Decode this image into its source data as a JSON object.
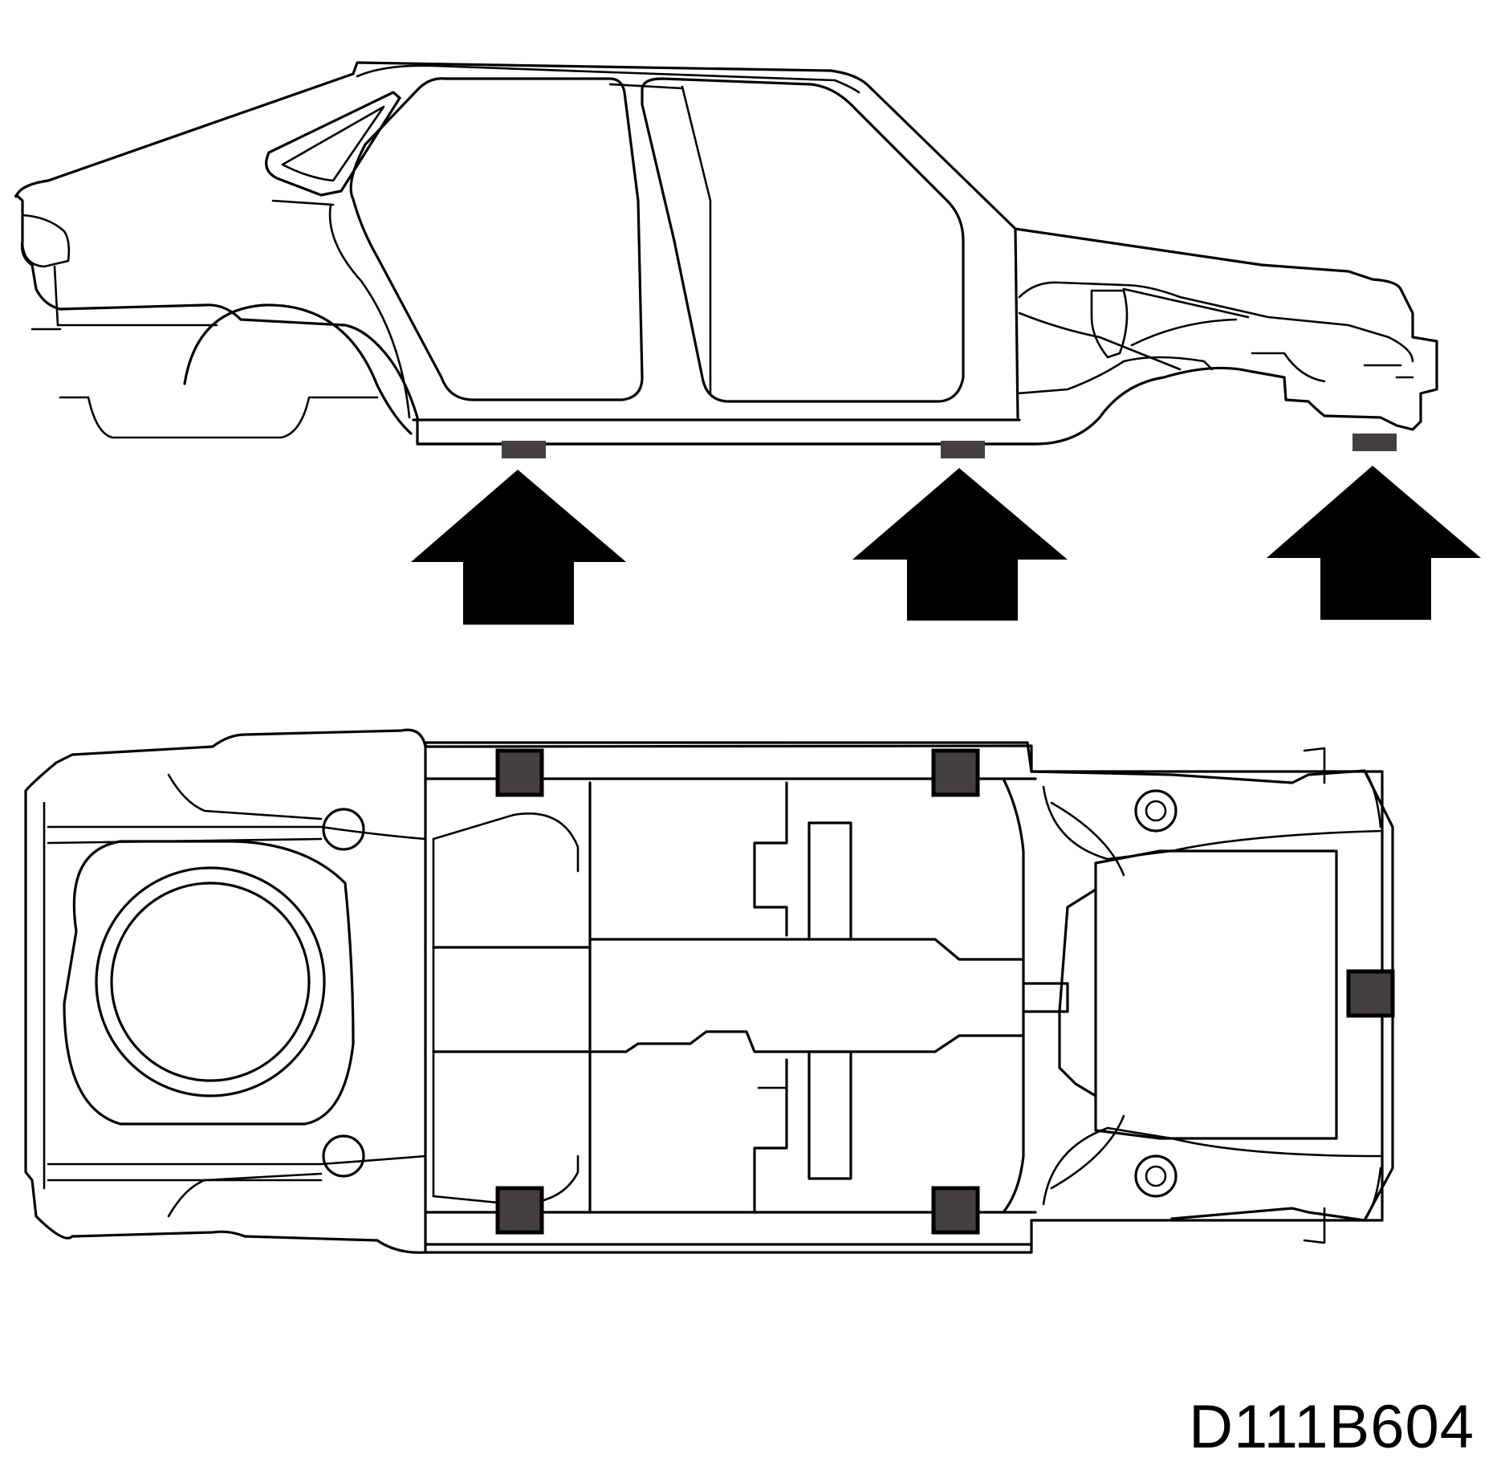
{
  "figure_code": "D111B604",
  "colors": {
    "outline": "#000000",
    "lift_pad": "#454040",
    "arrow": "#000000",
    "background": "#ffffff"
  },
  "side_view": {
    "lift_points": 3,
    "arrows": 3
  },
  "bottom_view": {
    "lift_points": 5
  }
}
